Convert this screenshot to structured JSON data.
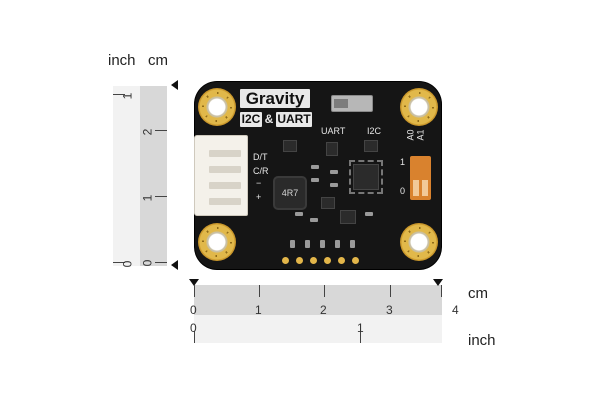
{
  "ruler_left": {
    "unit_inch": "inch",
    "unit_cm": "cm",
    "inch_ticks": [
      "0",
      "1"
    ],
    "cm_ticks": [
      "0",
      "1",
      "2"
    ]
  },
  "ruler_bottom": {
    "unit_cm": "cm",
    "unit_inch": "inch",
    "cm_ticks": [
      "0",
      "1",
      "2",
      "3",
      "4"
    ],
    "inch_ticks": [
      "0",
      "1"
    ]
  },
  "board": {
    "title": "Gravity",
    "left_badge": "I2C",
    "amp": "&",
    "right_badge": "UART",
    "uart_label": "UART",
    "i2c_label": "I2C",
    "pin_dt": "D/T",
    "pin_cr": "C/R",
    "pin_minus": "−",
    "pin_plus": "+",
    "addr_a1": "A1",
    "addr_a0": "A0",
    "dip_1": "1",
    "dip_0": "0",
    "inductor_marking": "4R7"
  }
}
